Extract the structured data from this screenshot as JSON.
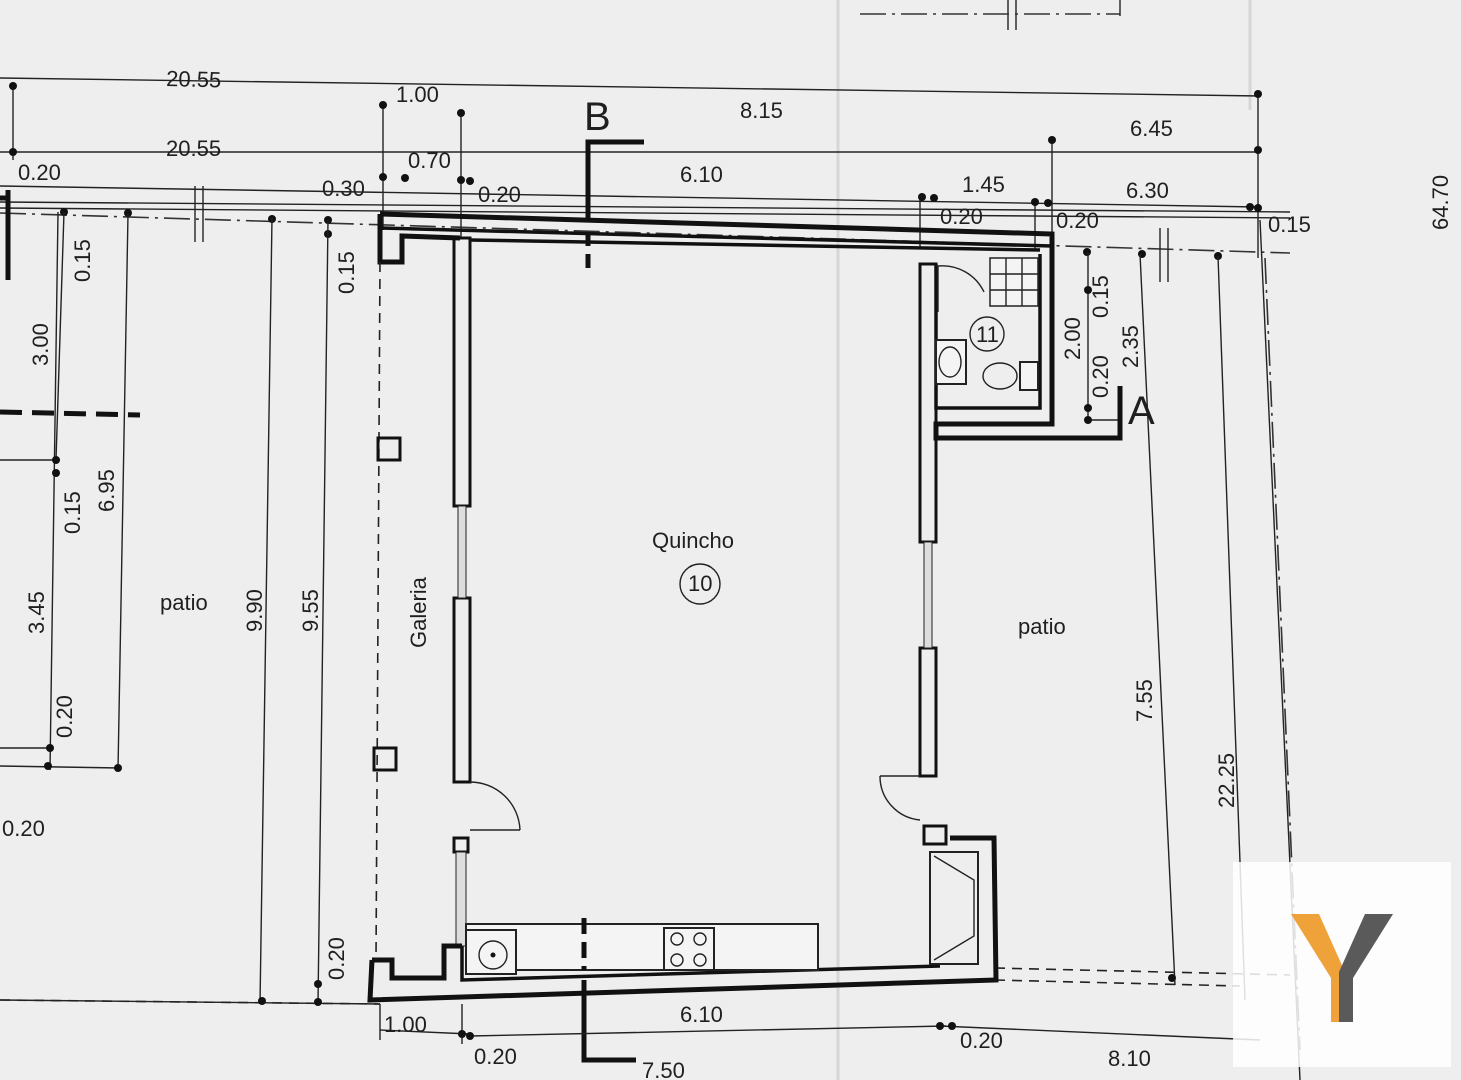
{
  "rooms": {
    "quincho": {
      "name": "Quincho",
      "number": "10"
    },
    "bath": {
      "number": "11"
    },
    "galeria": "Galeria",
    "patio_left": "patio",
    "patio_right": "patio"
  },
  "section_marks": {
    "b": "B",
    "a": "A"
  },
  "dimensions_top": {
    "r1_left": "20.55",
    "r1_a": "1.00",
    "r1_b": "8.15",
    "r1_c": "6.45",
    "r2_left": "20.55",
    "r2_a": "0.70",
    "r2_b": "6.10",
    "r2_c": "1.45",
    "r2_d": "6.30",
    "r3_a": "0.20",
    "r3_b": "0.30",
    "r3_c": "0.20",
    "r3_d": "0.20",
    "r3_e": "0.20",
    "r3_f": "0.15",
    "total_right": "64.70"
  },
  "dimensions_vertical": {
    "v_015_a": "0.15",
    "v_300": "3.00",
    "v_015_b": "0.15",
    "v_695": "6.95",
    "v_345": "3.45",
    "v_020_a": "0.20",
    "v_990": "9.90",
    "v_955": "9.55",
    "v_015_c": "0.15",
    "v_020_b": "0.20",
    "v_200": "2.00",
    "v_015_d": "0.15",
    "v_235": "2.35",
    "v_020_c": "0.20",
    "v_755": "7.55",
    "v_2225": "22.25"
  },
  "dimensions_bottom": {
    "b_100": "1.00",
    "b_610": "6.10",
    "b_020_a": "0.20",
    "b_020_b": "0.20",
    "b_750": "7.50",
    "b_810": "8.10",
    "b_020_left": "0.20"
  },
  "logo": {
    "text": "Y",
    "colors": {
      "accent": "#f0a23a",
      "dark": "#5a5a5a"
    }
  }
}
